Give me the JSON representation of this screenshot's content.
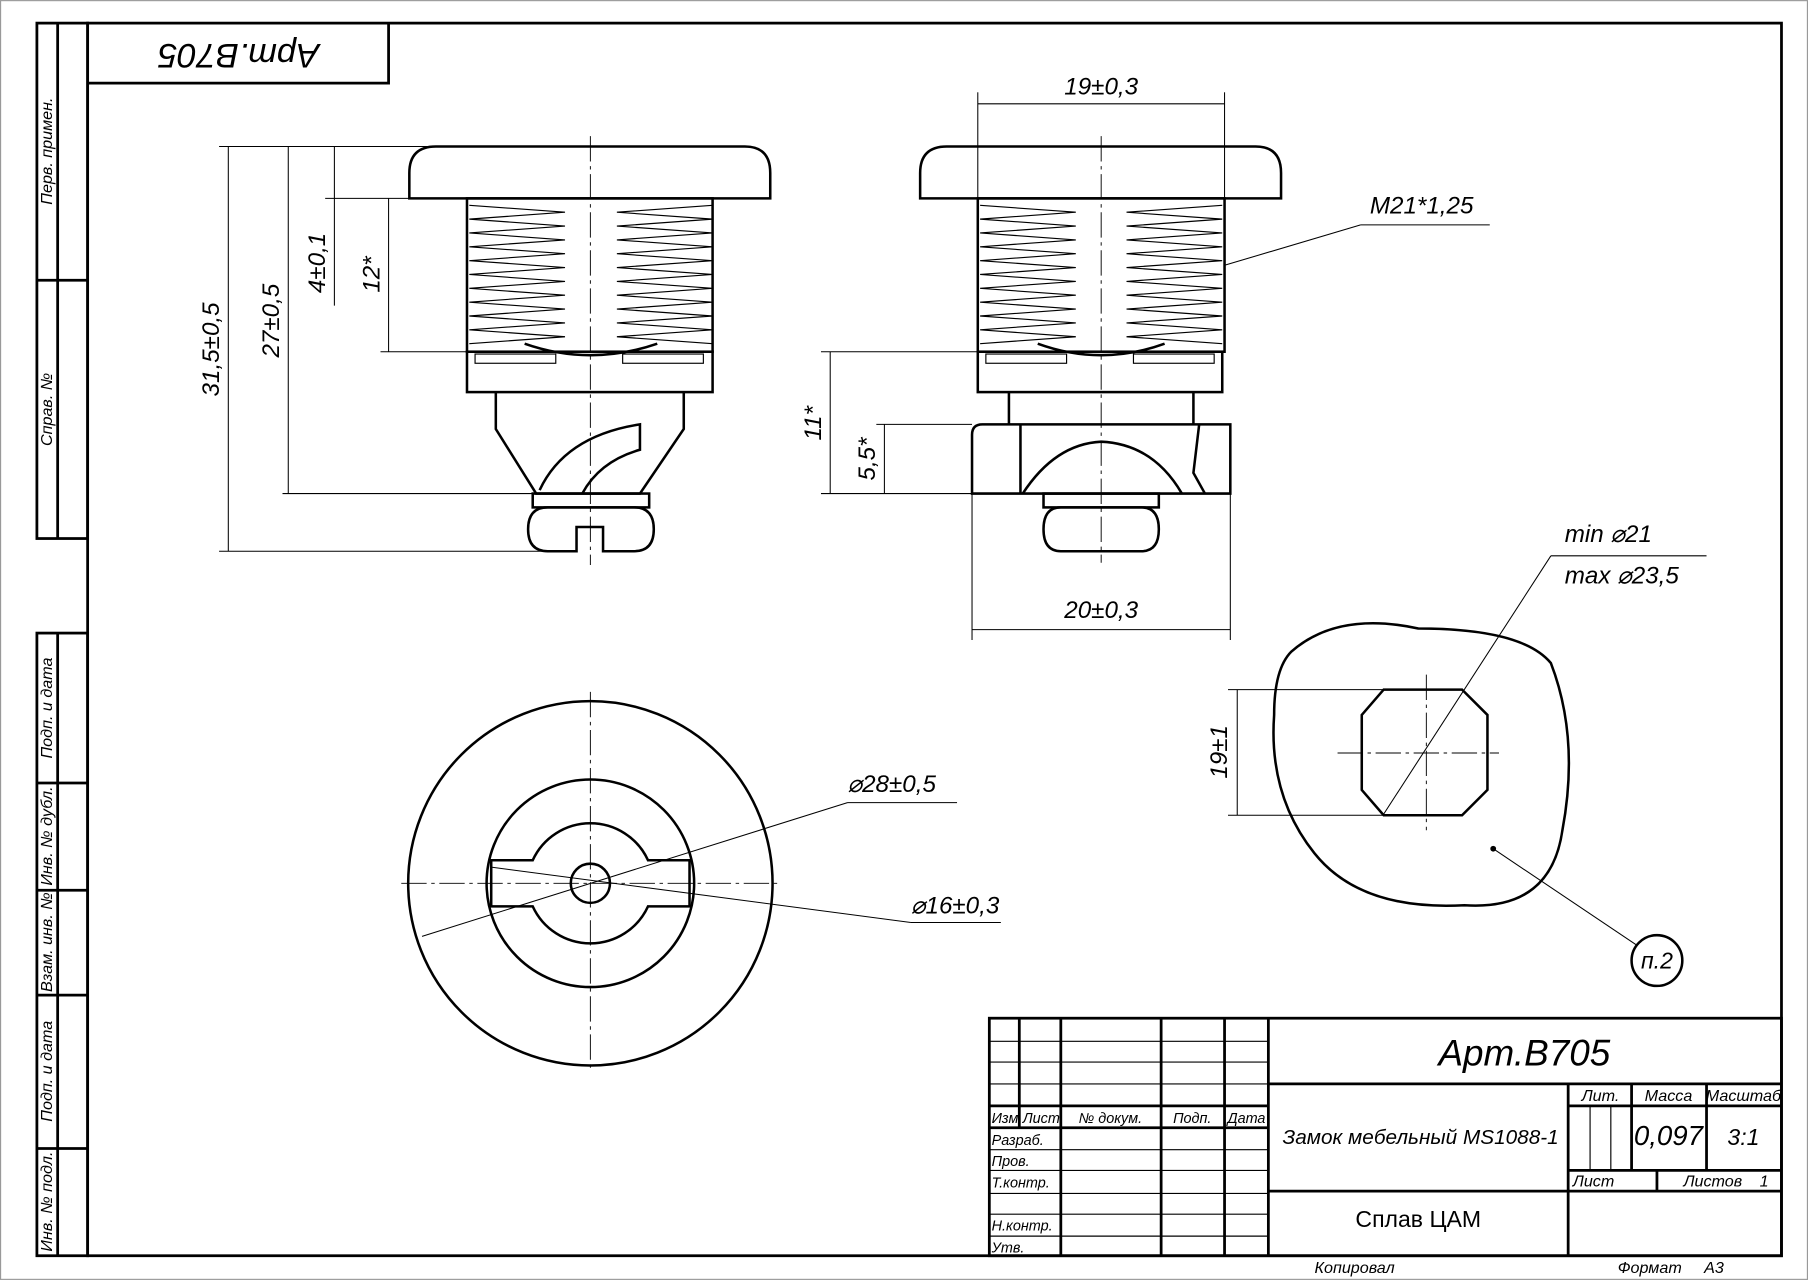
{
  "stamp_rotated": "Арт.B705",
  "side_strip": {
    "top": [
      "Перв. примен.",
      "Справ. №"
    ],
    "bottom": [
      "Подп. и дата",
      "Инв. № дубл.",
      "Взам. инв. №",
      "Подп. и дата",
      "Инв. № подл."
    ]
  },
  "dimensions": {
    "overall_height": "31,5±0,5",
    "body_height": "27±0,5",
    "cap_height": "4±0,1",
    "thread_length": "12*",
    "cap_width": "19±0,3",
    "thread": "M21*1,25",
    "lower_height": "11*",
    "cam_height": "5,5*",
    "base_width": "20±0,3",
    "outer_diameter": "⌀28±0,5",
    "inner_diameter": "⌀16±0,3",
    "hole_min": "min   ⌀21",
    "hole_max": "max  ⌀23,5",
    "flat_width": "19±1",
    "note": "п.2"
  },
  "title_block": {
    "article": "Арт.B705",
    "name": "Замок мебельный MS1088-1",
    "material": "Сплав ЦАМ",
    "col_headers": [
      "Изм.",
      "Лист",
      "№ докум.",
      "Подп.",
      "Дата"
    ],
    "rows": [
      "Разраб.",
      "Пров.",
      "Т.контр.",
      "",
      "Н.контр.",
      "Утв."
    ],
    "lit_label": "Лит.",
    "mass_label": "Масса",
    "scale_label": "Масштаб",
    "mass": "0,097",
    "scale": "3:1",
    "sheet_label": "Лист",
    "sheets_label": "Листов",
    "sheets": "1",
    "copied": "Копировал",
    "format": "Формат     А3"
  }
}
